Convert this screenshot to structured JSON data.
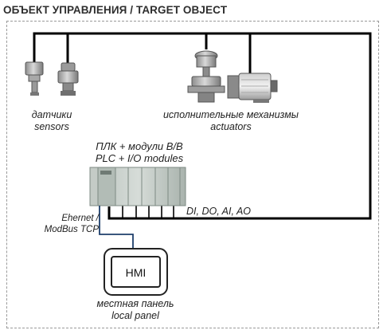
{
  "title": "ОБЪЕКТ УПРАВЛЕНИЯ / TARGET OBJECT",
  "sensors": {
    "label_ru": "датчики",
    "label_en": "sensors"
  },
  "actuators": {
    "label_ru": "исполнительные механизмы",
    "label_en": "actuators"
  },
  "plc": {
    "label_ru": "ПЛК + модули В/В",
    "label_en": "PLC + I/O modules"
  },
  "io_signals": "DI, DO, AI, AO",
  "network": {
    "line1": "Ehernet /",
    "line2": "ModBus TCP"
  },
  "hmi": {
    "screen_text": "HMI",
    "label_ru": "местная панель",
    "label_en": "local panel"
  },
  "colors": {
    "bus": "#000000",
    "network": "#1f3f6b",
    "frame": "#9a9a9a"
  }
}
